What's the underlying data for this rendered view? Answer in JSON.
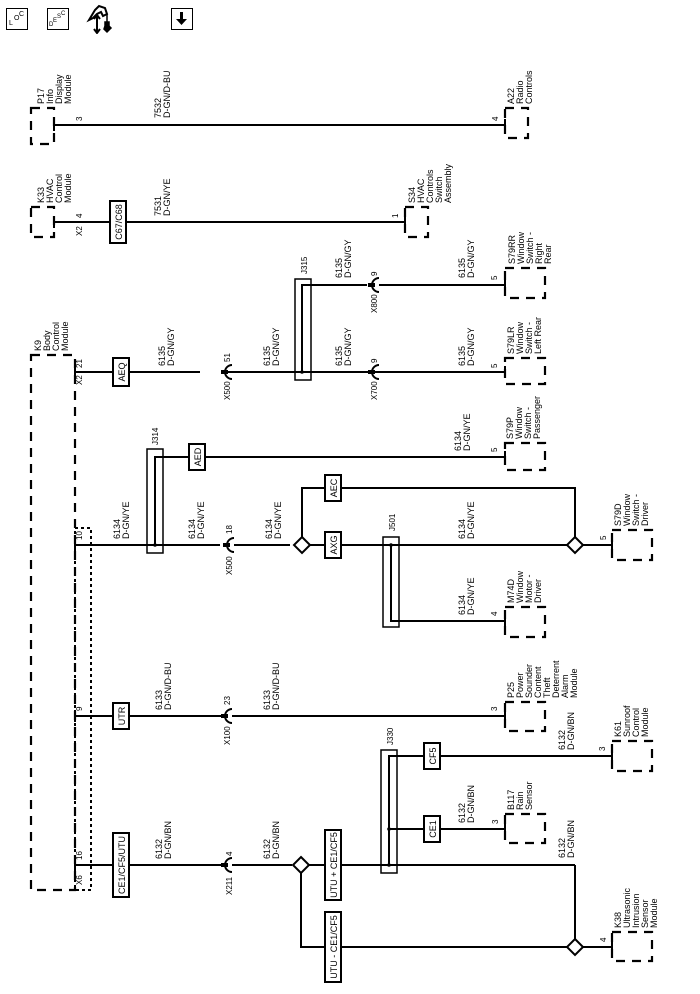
{
  "toolbar": {
    "buttons": [
      {
        "name": "loc-button",
        "icon": "loc-icon",
        "label": "LOC"
      },
      {
        "name": "desc-button",
        "icon": "desc-icon",
        "label": "DESC"
      },
      {
        "name": "tools-button",
        "icon": "connector-wrench-icon",
        "label": ""
      },
      {
        "name": "download-button",
        "icon": "arrow-down-icon",
        "label": ""
      }
    ]
  },
  "components": {
    "p17": {
      "id": "P17",
      "lines": [
        "Info",
        "Display",
        "Module"
      ],
      "pin": "3"
    },
    "a22": {
      "id": "A22",
      "lines": [
        "Radio",
        "Controls"
      ],
      "pin": "4"
    },
    "k33": {
      "id": "K33",
      "lines": [
        "HVAC",
        "Control",
        "Module"
      ],
      "pin": "4",
      "connector": "X2"
    },
    "s34": {
      "id": "S34",
      "lines": [
        "HVAC",
        "Controls",
        "Switch",
        "Assembly"
      ],
      "pin": "1"
    },
    "k9": {
      "id": "K9",
      "lines": [
        "Body",
        "Control",
        "Module"
      ]
    },
    "s79rr": {
      "id": "S79RR",
      "lines": [
        "Window",
        "Switch -",
        "Right",
        "Rear"
      ],
      "pin": "5"
    },
    "s79lr": {
      "id": "S79LR",
      "lines": [
        "Window",
        "Switch -",
        "Left Rear"
      ],
      "pin": "5"
    },
    "s79p": {
      "id": "S79P",
      "lines": [
        "Window",
        "Switch -",
        "Passenger"
      ],
      "pin": "5"
    },
    "s79d": {
      "id": "S79D",
      "lines": [
        "Window",
        "Switch -",
        "Driver"
      ],
      "pin": "5"
    },
    "m74d": {
      "id": "M74D",
      "lines": [
        "Window",
        "Motor -",
        "Driver"
      ],
      "pin": "4"
    },
    "p25": {
      "id": "P25",
      "lines": [
        "Power",
        "Sounder",
        "Content",
        "Theft",
        "Deterrent",
        "Alarm",
        "Module"
      ],
      "pin": "3"
    },
    "k61": {
      "id": "K61",
      "lines": [
        "Sunroof",
        "Control",
        "Module"
      ],
      "pin": "3"
    },
    "b117": {
      "id": "B117",
      "lines": [
        "Rain",
        "Sensor"
      ],
      "pin": "3"
    },
    "k38": {
      "id": "K38",
      "lines": [
        "Ultrasonic",
        "Intrusion",
        "Sensor",
        "Module"
      ],
      "pin": "4"
    }
  },
  "k9_pins": {
    "x2_21": {
      "pin": "21",
      "connector": "X2"
    },
    "p10": {
      "pin": "10"
    },
    "p9": {
      "pin": "9"
    },
    "x6_16": {
      "pin": "16",
      "connector": "X6"
    }
  },
  "wires": {
    "w7532": {
      "circuit": "7532",
      "color": "D-GN/D-BU"
    },
    "w7531": {
      "circuit": "7531",
      "color": "D-GN/YE"
    },
    "w6135": {
      "circuit": "6135",
      "color": "D-GN/GY"
    },
    "w6134": {
      "circuit": "6134",
      "color": "D-GN/YE"
    },
    "w6133": {
      "circuit": "6133",
      "color": "D-GN/D-BU"
    },
    "w6132": {
      "circuit": "6132",
      "color": "D-GN/BN"
    }
  },
  "inline_connectors": {
    "x500_51": {
      "id": "X500",
      "pin": "51"
    },
    "x800_9": {
      "id": "X800",
      "pin": "9"
    },
    "x700_9": {
      "id": "X700",
      "pin": "9"
    },
    "x500_18": {
      "id": "X500",
      "pin": "18"
    },
    "x100_23": {
      "id": "X100",
      "pin": "23"
    },
    "x211_4": {
      "id": "X211",
      "pin": "4"
    }
  },
  "splices": {
    "j315": "J315",
    "j314": "J314",
    "j501": "J501",
    "j330": "J330"
  },
  "options": {
    "c67c68": "C67/C68",
    "aeq": "AEQ",
    "aed": "AED",
    "aec": "AEC",
    "axg": "AXG",
    "utr": "UTR",
    "ce1cf5utu": "CE1/CF5/UTU",
    "cf5": "CF5",
    "ce1": "CE1",
    "utu_plus": "UTU + CE1/CF5",
    "utu_minus": "UTU - CE1/CF5"
  }
}
